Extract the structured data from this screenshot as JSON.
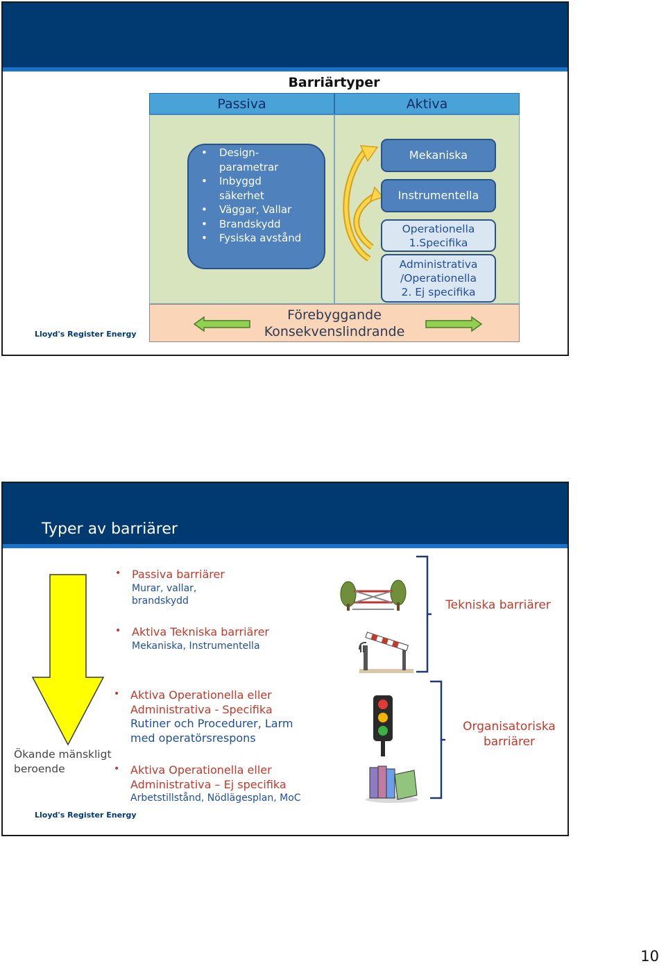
{
  "slide1": {
    "title": "Barriärtyper",
    "passive_header": "Passiva",
    "active_header": "Aktiva",
    "passive_items": [
      "Design-",
      "parametrar",
      "Inbyggd",
      "säkerhet",
      "Väggar, Vallar",
      "Brandskydd",
      "Fysiska avstånd"
    ],
    "active_boxes": [
      {
        "line1": "Mekaniska",
        "line2": "",
        "line3": ""
      },
      {
        "line1": "Instrumentella",
        "line2": "",
        "line3": ""
      },
      {
        "line1": "Operationella",
        "line2": "1.Specifika",
        "line3": ""
      },
      {
        "line1": "Administrativa",
        "line2": "/Operationella",
        "line3": "2. Ej specifika"
      }
    ],
    "preventive": "Förebyggande",
    "mitigating": "Konsekvenslindrande",
    "logo": "Lloyd's Register Energy"
  },
  "slide2": {
    "title": "Typer av barriärer",
    "b1_title": "Passiva barriärer",
    "b1_sub1": "Murar, vallar,",
    "b1_sub2": "brandskydd",
    "b2_title": "Aktiva Tekniska barriärer",
    "b2_sub": "Mekaniska, Instrumentella",
    "b3_title1": "Aktiva Operationella eller",
    "b3_title2": "Administrativa  - Specifika",
    "b3_sub1": "Rutiner och Procedurer, Larm",
    "b3_sub2": "med operatörsrespons",
    "b4_title1": "Aktiva Operationella eller",
    "b4_title2": "Administrativa – Ej specifika",
    "b4_sub": "Arbetstillstånd, Nödlägesplan, MoC",
    "tech_label": "Tekniska barriärer",
    "org_label1": "Organisatoriska",
    "org_label2": "barriärer",
    "arrow_label1": "Ökande mänskligt",
    "arrow_label2": "beroende",
    "logo": "Lloyd's Register Energy"
  },
  "page_number": "10",
  "colors": {
    "header_bar": "#003a70",
    "accent_blue": "#4f81bd",
    "panel_green": "#d7e4bd",
    "band_peach": "#fad5b8",
    "arrow_green": "#92d050",
    "arrow_yellow": "#ffff00",
    "text_red": "#c0392b"
  },
  "icons": [
    "fence-barrier-icon",
    "boom-gate-icon",
    "traffic-light-icon",
    "manual-books-icon"
  ]
}
